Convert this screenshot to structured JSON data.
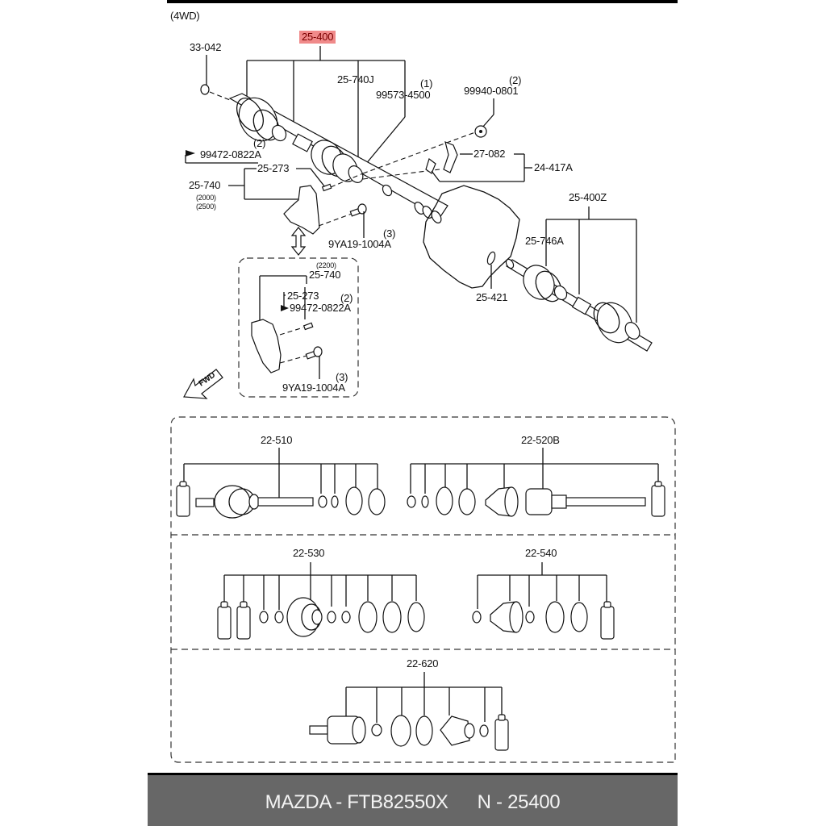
{
  "diagram": {
    "variant": "(4WD)",
    "selected_part": "25-400",
    "main_labels": {
      "p33_042": "33-042",
      "p25_400": "25-400",
      "p25_740J": "25-740J",
      "p99573_qty": "(1)",
      "p99573": "99573-4500",
      "p99940_qty": "(2)",
      "p99940": "99940-0801",
      "p99472_qty": "(2)",
      "p99472": "99472-0822A",
      "p25_273": "25-273",
      "p25_740": "25-740",
      "p25_740_note1": "(2000)",
      "p25_740_note2": "(2500)",
      "p27_082": "27-082",
      "p24_417A": "24-417A",
      "p9ya19_qty": "(3)",
      "p9ya19": "9YA19-1004A",
      "p25_400Z": "25-400Z",
      "p25_746A": "25-746A",
      "p25_421": "25-421",
      "fwd": "FWD"
    },
    "inset_labels": {
      "note": "(2200)",
      "p25_740": "25-740",
      "p25_273": "25-273",
      "p99472_qty": "(2)",
      "p99472": "99472-0822A",
      "p9ya19_qty": "(3)",
      "p9ya19": "9YA19-1004A"
    },
    "kits": [
      {
        "label": "22-510"
      },
      {
        "label": "22-520B"
      },
      {
        "label": "22-530"
      },
      {
        "label": "22-540"
      },
      {
        "label": "22-620"
      }
    ]
  },
  "footer": {
    "brand_part": "MAZDA - FTB82550X",
    "ref": "N - 25400"
  }
}
